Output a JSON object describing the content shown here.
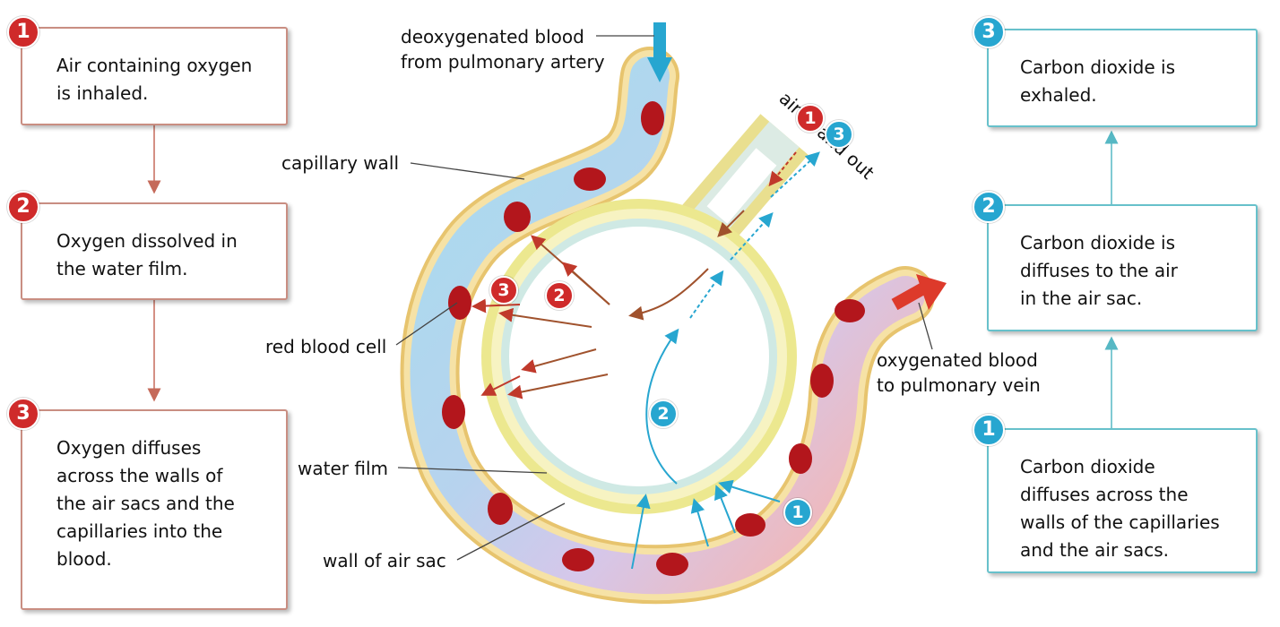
{
  "left_steps": [
    {
      "number": "1",
      "text": "Air containing oxygen\nis inhaled."
    },
    {
      "number": "2",
      "text": "Oxygen dissolved in\nthe water film."
    },
    {
      "number": "3",
      "text": "Oxygen diffuses\nacross the walls of\nthe air sacs and the\ncapillaries into the\nblood."
    }
  ],
  "right_steps": [
    {
      "number": "3",
      "text": "Carbon dioxide is\nexhaled."
    },
    {
      "number": "2",
      "text": "Carbon dioxide is\ndiffuses to the air\nin the air sac."
    },
    {
      "number": "1",
      "text": "Carbon dioxide\ndiffuses across the\nwalls of the capillaries\nand the air sacs."
    }
  ],
  "labels": {
    "deoxygenated": "deoxygenated blood\nfrom pulmonary artery",
    "capillary_wall": "capillary wall",
    "red_blood_cell": "red blood cell",
    "water_film": "water film",
    "wall_of_air_sac": "wall of air sac",
    "oxygenated": "oxygenated blood\nto pulmonary vein",
    "air_in_out": "air in and out"
  },
  "diagram_badges": {
    "airway_oxygen": "1",
    "airway_co2": "3",
    "oxygen_step3": "3",
    "oxygen_step2": "2",
    "co2_step2": "2",
    "co2_step1": "1"
  },
  "colors": {
    "oxygen": "#cf2a2a",
    "co2": "#27a6d0",
    "deoxygenated_blood": "#a7dcef",
    "oxygenated_blood": "#f6b9b5",
    "wall": "#f2d98c",
    "blood_cell": "#b3161c"
  }
}
